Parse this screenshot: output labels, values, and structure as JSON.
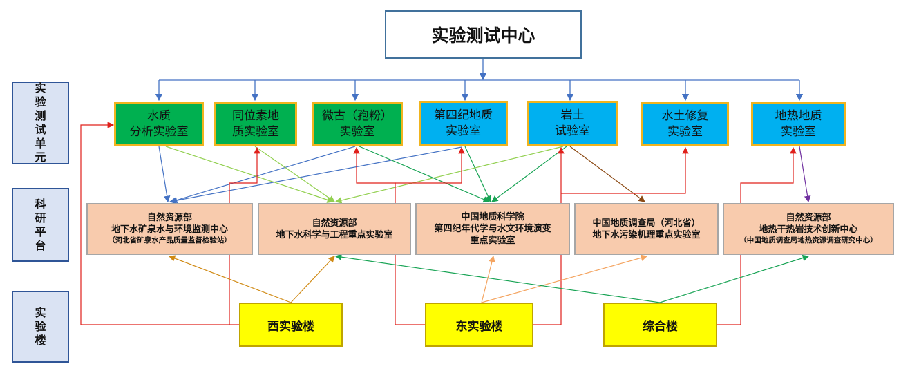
{
  "title": "实验测试中心",
  "side_labels": [
    {
      "id": "units",
      "text": "实验测试单元"
    },
    {
      "id": "platforms",
      "text": "科研平台"
    },
    {
      "id": "buildings",
      "text": "实验楼"
    }
  ],
  "units": [
    {
      "id": "water",
      "line1": "水质",
      "line2": "分析实验室",
      "color": "#00b050"
    },
    {
      "id": "isotope",
      "line1": "同位素地",
      "line2": "质实验室",
      "color": "#00b050"
    },
    {
      "id": "micro",
      "line1": "微古（孢粉）",
      "line2": "实验室",
      "color": "#00b050"
    },
    {
      "id": "quaternary",
      "line1": "第四纪地质",
      "line2": "实验室",
      "color": "#00b0f0"
    },
    {
      "id": "rock",
      "line1": "岩土",
      "line2": "试验室",
      "color": "#00b0f0"
    },
    {
      "id": "soil",
      "line1": "水土修复",
      "line2": "实验室",
      "color": "#00b0f0"
    },
    {
      "id": "geothermal",
      "line1": "地热地质",
      "line2": "实验室",
      "color": "#00b0f0"
    }
  ],
  "platforms": [
    {
      "id": "p1",
      "line1": "自然资源部",
      "line2": "地下水矿泉水与环境监测中心",
      "line3": "（河北省矿泉水产品质量监督检验站）"
    },
    {
      "id": "p2",
      "line1": "自然资源部",
      "line2": "地下水科学与工程重点实验室",
      "line3": ""
    },
    {
      "id": "p3",
      "line1": "中国地质科学院",
      "line2": "第四纪年代学与水文环境演变",
      "line3": "重点实验室"
    },
    {
      "id": "p4",
      "line1": "中国地质调查局（河北省）",
      "line2": "地下水污染机理重点实验室",
      "line3": ""
    },
    {
      "id": "p5",
      "line1": "自然资源部",
      "line2": "地热干热岩技术创新中心",
      "line3": "（中国地质调查局地热资源调查研究中心）"
    }
  ],
  "buildings": [
    {
      "id": "west",
      "label": "西实验楼"
    },
    {
      "id": "east",
      "label": "东实验楼"
    },
    {
      "id": "general",
      "label": "综合楼"
    }
  ],
  "colors": {
    "tree_blue": "#4472c4",
    "red": "#e0201b",
    "light_green": "#92d050",
    "green": "#17a354",
    "brown": "#8b4a14",
    "purple": "#7030a0",
    "orange": "#d08a14",
    "light_orange": "#f4a460"
  }
}
